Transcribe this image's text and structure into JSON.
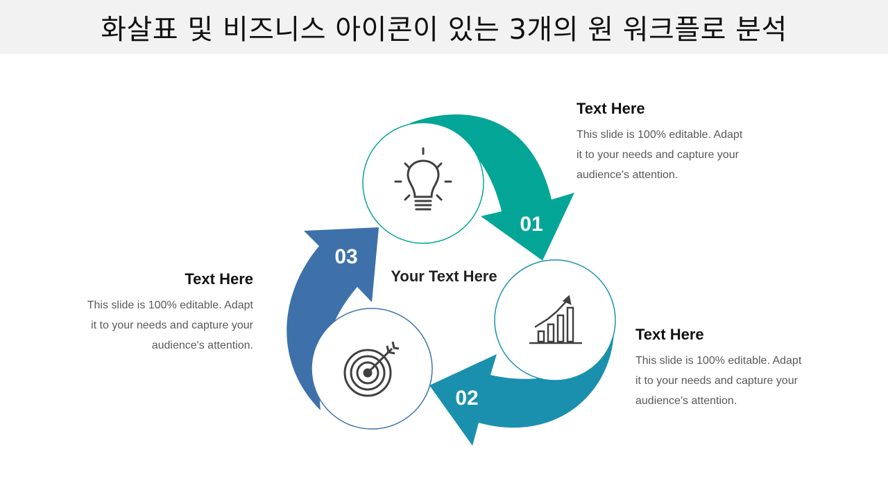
{
  "title": "화살표 및 비즈니스 아이콘이 있는 3개의 원 워크플로 분석",
  "center_label": "Your Text Here",
  "colors": {
    "step1": "#03A597",
    "step2": "#1A90AE",
    "step3": "#3E71AA",
    "icon": "#404040"
  },
  "steps": [
    {
      "number": "01",
      "icon": "lightbulb-icon",
      "heading": "Text Here",
      "body": "This slide is 100% editable. Adapt it to your needs and capture your audience's attention."
    },
    {
      "number": "02",
      "icon": "growth-chart-icon",
      "heading": "Text Here",
      "body": "This slide is 100% editable. Adapt it to your needs and capture your audience's attention."
    },
    {
      "number": "03",
      "icon": "target-icon",
      "heading": "Text Here",
      "body": "This slide is 100% editable. Adapt it to your needs and capture your audience's attention."
    }
  ]
}
